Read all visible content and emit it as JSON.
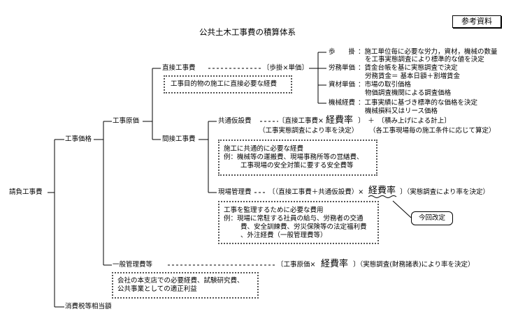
{
  "title": "公共土木工事費の積算体系",
  "reference_label": "参考資料",
  "nodes": {
    "contract": "請負工事費",
    "construction_price": "工事価格",
    "construction_cost": "工事原価",
    "direct_cost": "直接工事費",
    "indirect_cost": "間接工事費",
    "common_temporary": "共通仮設費",
    "site_management": "現場管理費",
    "general_management": "一般管理費等",
    "consumption_tax": "消費税等相当額"
  },
  "direct": {
    "formula": "〔歩掛×単価〕",
    "description": "工事目的物の施工に直接必要な経費",
    "items": [
      {
        "label": "歩　　掛",
        "lines": [
          "：施工単位毎に必要な労力，資材，機械の数量",
          "を工事実態調査により標準的な値を決定"
        ]
      },
      {
        "label": "労務単価",
        "lines": [
          "：賃金台帳を基に実態調査で決定",
          "労務賃金＝ 基本日額＋割増賃金"
        ]
      },
      {
        "label": "資材単価",
        "lines": [
          "：市場の取引価格",
          "物価調査機関による調査価格"
        ]
      },
      {
        "label": "機械経費",
        "lines": [
          "：工事実績に基づき標準的な価格を決定",
          "機械損料又はリース価格"
        ]
      }
    ]
  },
  "common": {
    "formula_a": "〔直接工事費×",
    "rate": "経費率",
    "formula_b": "〕　＋　〔積み上げによる計上〕",
    "note_a": "（工事実態調査により率を決定）",
    "note_b": "（各工事現場毎の施工条件に応じて算定）",
    "description": [
      "施工に共通的に必要な経費",
      "例：機械等の運搬費、現場事務所等の営繕費、",
      "工事現場の安全対策に要する安全費等"
    ]
  },
  "site": {
    "formula_a": "〔（直接工事費＋共通仮設費）×",
    "rate": "経費率",
    "formula_b": "〕（実態調査により率を決定）",
    "description": [
      "工事を監理するために必要な費用",
      "例：現場に常駐する社員の給与、労務者の交通",
      "費、安全訓練費、労災保険等の法定福利費",
      "、外注経費（一般管理費等）"
    ],
    "callout": "今回改定"
  },
  "general": {
    "formula_a": "〔工事原価×",
    "rate": "経費率",
    "formula_b": "〕（実態調査(財務諸表)により率を決定）",
    "description": [
      "会社の本支店での必要経費、試験研究費、",
      "公共事業としての適正利益"
    ]
  }
}
